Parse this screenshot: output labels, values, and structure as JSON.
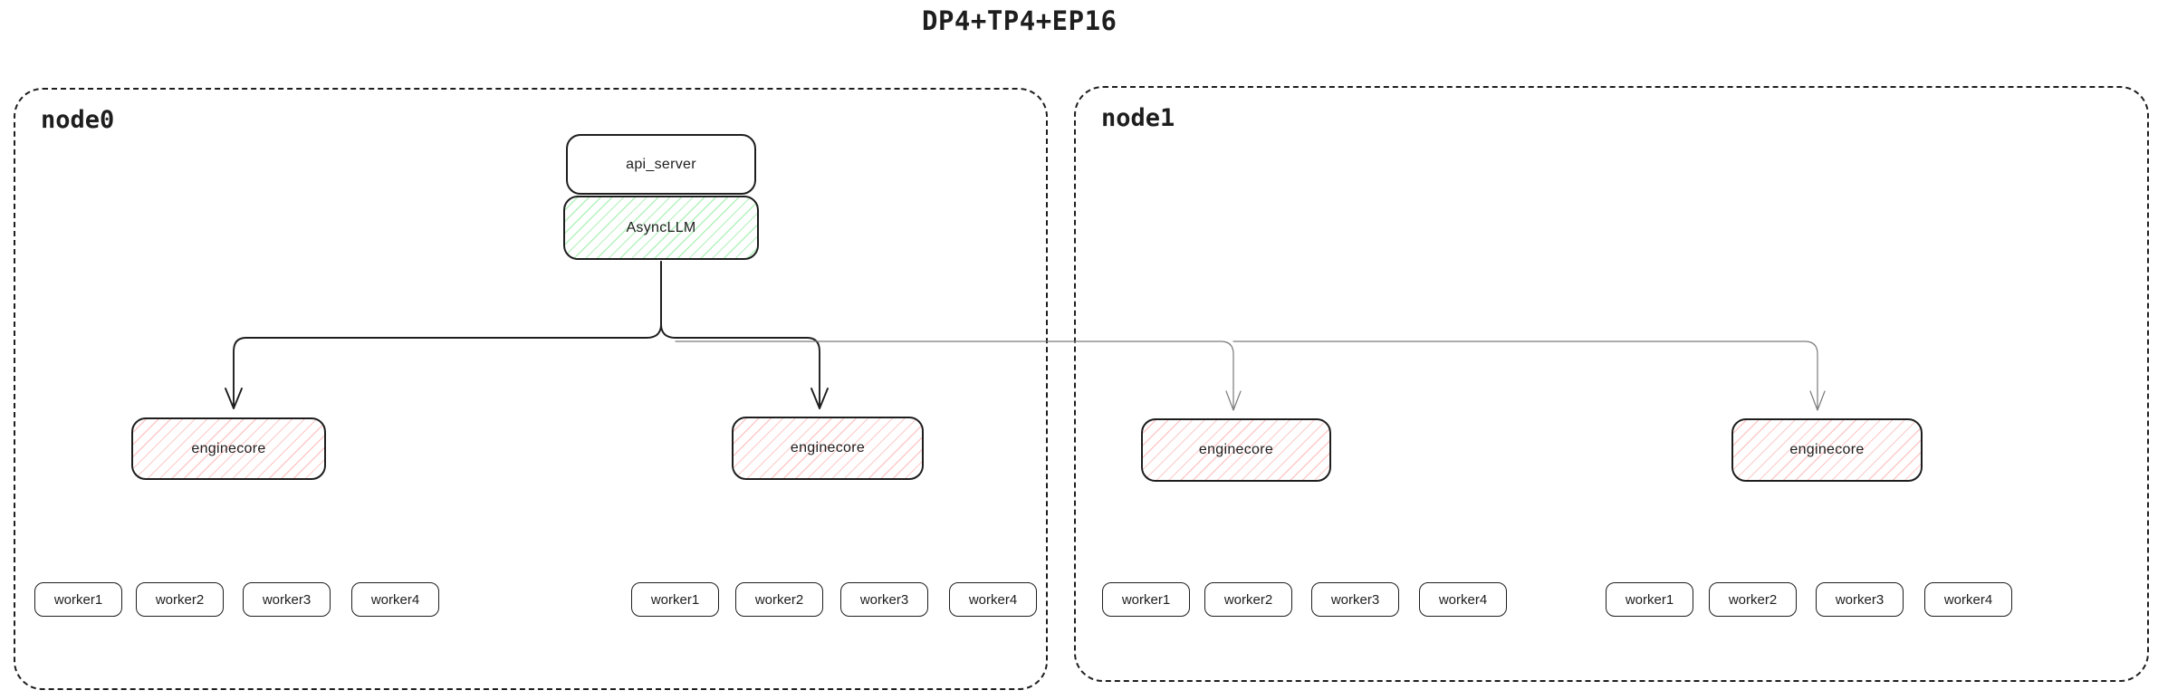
{
  "title": "DP4+TP4+EP16",
  "colors": {
    "stroke": "#1e1e1e",
    "green_hatch": "#b2f2bb",
    "red_hatch": "#ffc9c9",
    "arrow_dark": "#1e1e1e",
    "arrow_light": "#7a7a7a"
  },
  "node0": {
    "label": "node0",
    "api_server_label": "api_server",
    "asyncllm_label": "AsyncLLM",
    "enginecore1_label": "enginecore",
    "enginecore2_label": "enginecore",
    "workers_g1": [
      "worker1",
      "worker2",
      "worker3",
      "worker4"
    ],
    "workers_g2": [
      "worker1",
      "worker2",
      "worker3",
      "worker4"
    ]
  },
  "node1": {
    "label": "node1",
    "enginecore1_label": "enginecore",
    "enginecore2_label": "enginecore",
    "workers_g1": [
      "worker1",
      "worker2",
      "worker3",
      "worker4"
    ],
    "workers_g2": [
      "worker1",
      "worker2",
      "worker3",
      "worker4"
    ]
  }
}
